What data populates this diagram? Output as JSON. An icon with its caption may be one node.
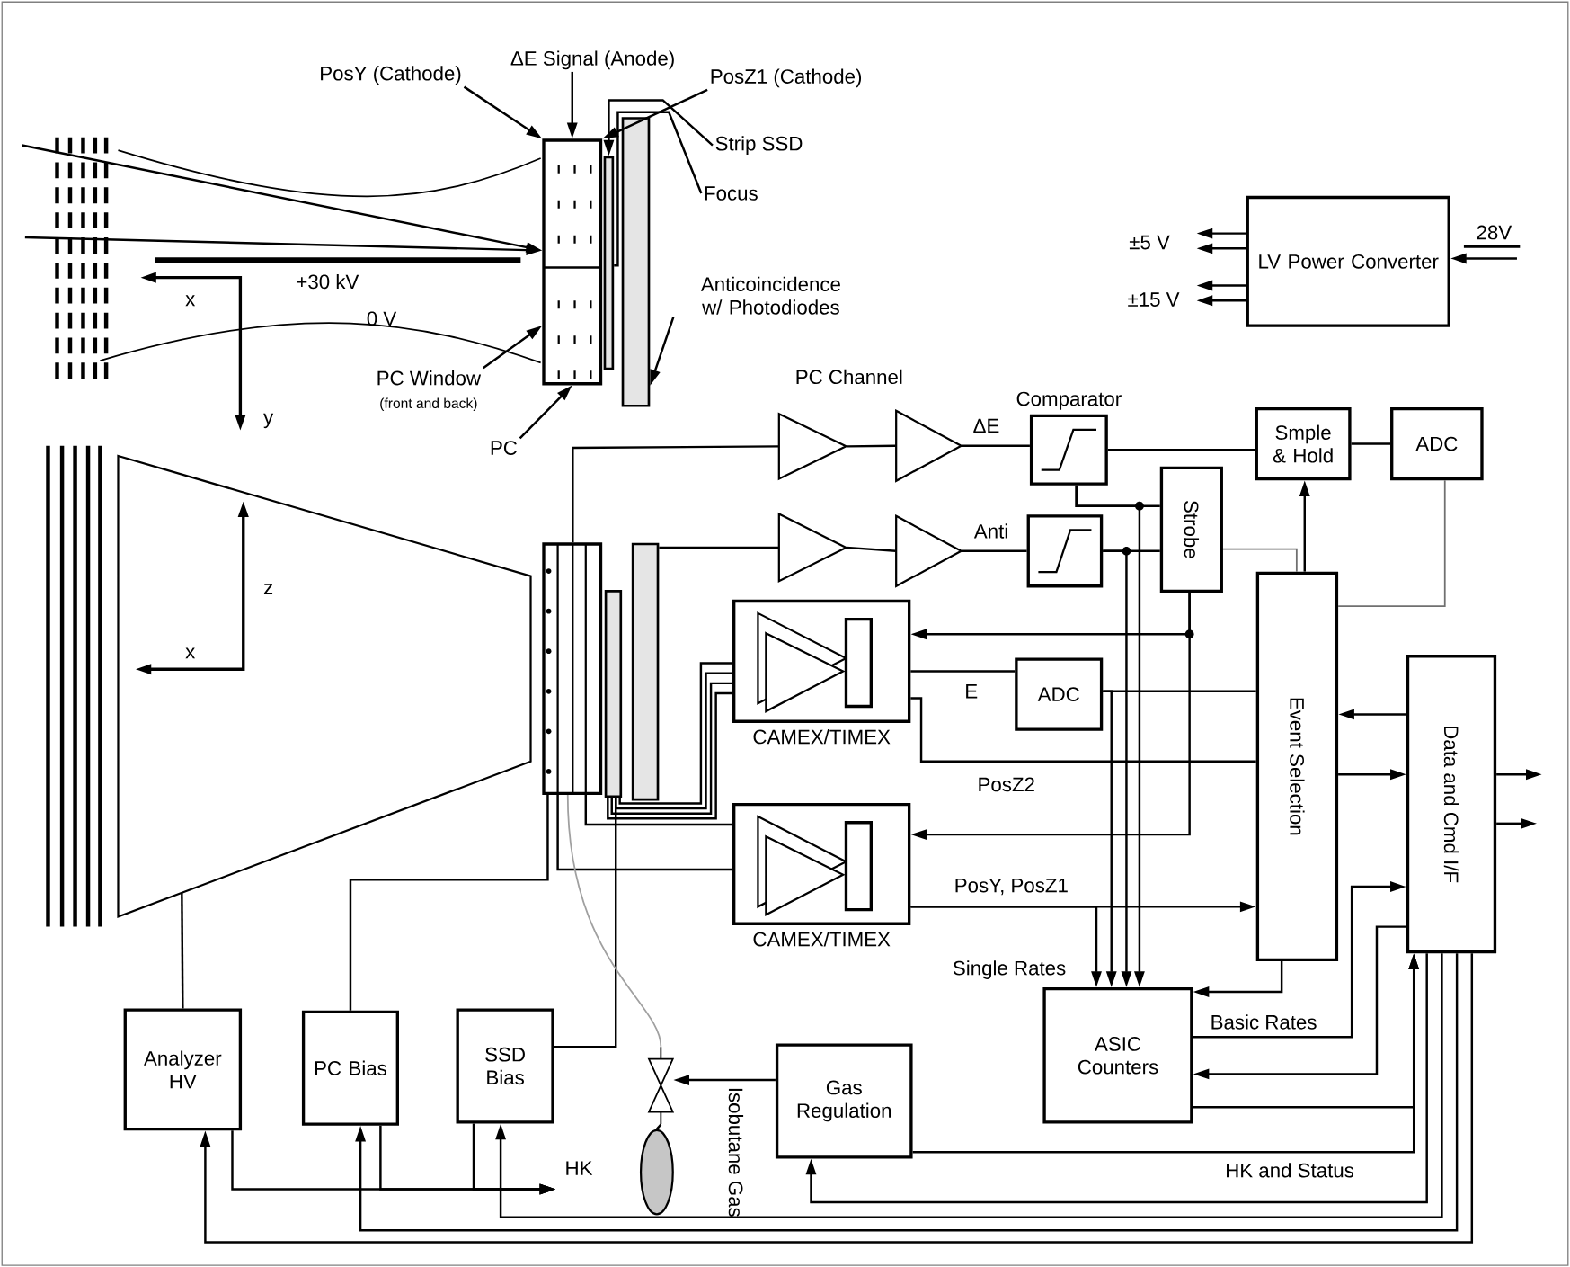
{
  "diagram": {
    "nodes": [
      {
        "text": [
          "PosY (Cathode)"
        ]
      },
      {
        "text": [
          "ΔE Signal (Anode)"
        ]
      },
      {
        "text": [
          "PosZ1 (Cathode)"
        ]
      },
      {
        "text": [
          "Strip SSD"
        ]
      },
      {
        "text": [
          "Focus"
        ]
      },
      {
        "text": [
          "Anticoincidence w/ Photodiodes"
        ]
      },
      {
        "text": [
          "PC Window",
          "(front and back)"
        ]
      },
      {
        "text": [
          "PC"
        ]
      },
      {
        "text": [],
        "shape": "box"
      },
      {
        "text": [],
        "shape": "bar"
      },
      {
        "text": [],
        "shape": "bar"
      },
      {
        "text": [],
        "shape": "trapezoid"
      },
      {
        "text": [],
        "shape": "box"
      },
      {
        "text": [],
        "shape": "bar"
      },
      {
        "text": [],
        "shape": "bar"
      },
      {
        "text": [],
        "shape": "triangle"
      },
      {
        "text": [],
        "shape": "triangle"
      },
      {
        "text": [
          "Comparator"
        ]
      },
      {
        "text": [],
        "shape": "triangle"
      },
      {
        "text": [],
        "shape": "triangle"
      },
      {
        "text": [],
        "shape": "box"
      },
      {
        "text": [
          "Strobe"
        ]
      },
      {
        "text": [
          "Smple & Hold"
        ]
      },
      {
        "text": [
          "ADC"
        ]
      },
      {
        "text": [
          "CAMEX/TIMEX"
        ]
      },
      {
        "text": [
          "ADC"
        ]
      },
      {
        "text": [
          "CAMEX/TIMEX"
        ]
      },
      {
        "text": [
          "Event Selection"
        ]
      },
      {
        "text": [
          "Data and Cmd I/F"
        ]
      },
      {
        "text": [
          "LV Power Converter"
        ]
      },
      {
        "text": [
          "ASIC Counters"
        ]
      },
      {
        "text": [
          "Analyzer HV"
        ]
      },
      {
        "text": [
          "PC Bias"
        ]
      },
      {
        "text": [
          "SSD Bias"
        ]
      },
      {
        "text": [],
        "shape": "valve"
      },
      {
        "text": [],
        "shape": "cylinder",
        "beside": [
          "Isobutane Gas"
        ]
      },
      {
        "text": [
          "Gas Regulation"
        ]
      }
    ],
    "edges": [
      {
        "from": 0,
        "to": 8,
        "arrow": "to"
      },
      {
        "from": 1,
        "to": 8,
        "arrow": "to"
      },
      {
        "from": 2,
        "to": 8,
        "arrow": "to"
      },
      {
        "from": 3,
        "to": 9,
        "arrow": "to"
      },
      {
        "from": 4,
        "to": 9,
        "arrow": "none"
      },
      {
        "from": 5,
        "to": 10,
        "arrow": "to"
      },
      {
        "from": 6,
        "to": 8,
        "arrow": "to"
      },
      {
        "from": 7,
        "to": 8,
        "arrow": "to"
      },
      {
        "from": null,
        "to": 8,
        "arrow": "to"
      },
      {
        "from": null,
        "to": 8,
        "arrow": "to"
      },
      {
        "from": 31,
        "to": 11,
        "arrow": "none"
      },
      {
        "from": 32,
        "to": 12,
        "arrow": "none"
      },
      {
        "from": 33,
        "to": 13,
        "arrow": "none"
      },
      {
        "from": 12,
        "to": 15,
        "arrow": "none"
      },
      {
        "from": 14,
        "to": 18,
        "arrow": "none"
      },
      {
        "from": 15,
        "to": 16,
        "arrow": "none"
      },
      {
        "from": 16,
        "to": 17,
        "arrow": "none",
        "label": "ΔE"
      },
      {
        "from": 17,
        "to": 22,
        "arrow": "none"
      },
      {
        "from": 22,
        "to": 23,
        "arrow": "none"
      },
      {
        "from": 23,
        "to": 27,
        "arrow": "none",
        "color": "#707070"
      },
      {
        "from": 18,
        "to": 19,
        "arrow": "none"
      },
      {
        "from": 19,
        "to": 20,
        "arrow": "none",
        "label": "Anti"
      },
      {
        "from": 20,
        "to": 21,
        "arrow": "none"
      },
      {
        "from": 17,
        "to": 21,
        "arrow": "none"
      },
      {
        "from": 21,
        "to": 27,
        "arrow": "none",
        "color": "#707070"
      },
      {
        "from": 27,
        "to": 22,
        "arrow": "to"
      },
      {
        "from": 21,
        "to": 24,
        "arrow": "to"
      },
      {
        "from": 21,
        "to": 26,
        "arrow": "to"
      },
      {
        "from": 13,
        "to": 24,
        "arrow": "none"
      },
      {
        "from": 13,
        "to": 24,
        "arrow": "none"
      },
      {
        "from": 13,
        "to": 24,
        "arrow": "none"
      },
      {
        "from": 13,
        "to": 24,
        "arrow": "none"
      },
      {
        "from": 12,
        "to": 26,
        "arrow": "none"
      },
      {
        "from": 12,
        "to": 26,
        "arrow": "none"
      },
      {
        "from": 24,
        "to": 25,
        "arrow": "none",
        "label": "E"
      },
      {
        "from": 25,
        "to": 27,
        "arrow": "none"
      },
      {
        "from": 24,
        "to": 27,
        "arrow": "none",
        "label": "PosZ2"
      },
      {
        "from": 26,
        "to": 27,
        "arrow": "to",
        "label": "PosY, PosZ1"
      },
      {
        "from": 17,
        "to": 30,
        "arrow": "to"
      },
      {
        "from": 20,
        "to": 30,
        "arrow": "to"
      },
      {
        "from": 25,
        "to": 30,
        "arrow": "to"
      },
      {
        "from": 26,
        "to": 30,
        "arrow": "to"
      },
      {
        "from": 27,
        "to": 30,
        "arrow": "to"
      },
      {
        "from": 28,
        "to": 27,
        "arrow": "to"
      },
      {
        "from": 27,
        "to": 28,
        "arrow": "to"
      },
      {
        "from": 30,
        "to": 28,
        "arrow": "to",
        "label": "Basic Rates"
      },
      {
        "from": 28,
        "to": 30,
        "arrow": "to"
      },
      {
        "from": 30,
        "to": 28,
        "arrow": "to"
      },
      {
        "from": 36,
        "to": 28,
        "arrow": "to",
        "label": "HK and Status"
      },
      {
        "from": 28,
        "to": 36,
        "arrow": "to"
      },
      {
        "from": 28,
        "to": 33,
        "arrow": "to"
      },
      {
        "from": 28,
        "to": 32,
        "arrow": "to"
      },
      {
        "from": 28,
        "to": 31,
        "arrow": "to"
      },
      {
        "from": 31,
        "to": null,
        "arrow": "to"
      },
      {
        "from": 32,
        "to": null,
        "arrow": "to"
      },
      {
        "from": 33,
        "to": null,
        "arrow": "to"
      },
      {
        "from": 36,
        "to": 34,
        "arrow": "to"
      },
      {
        "from": 34,
        "to": 35,
        "arrow": "none"
      },
      {
        "from": 34,
        "to": 12,
        "arrow": "none",
        "color": "#a0a0a0"
      },
      {
        "from": 29,
        "to": null,
        "arrow": "to"
      },
      {
        "from": 29,
        "to": null,
        "arrow": "to"
      },
      {
        "from": 29,
        "to": null,
        "arrow": "to"
      },
      {
        "from": 29,
        "to": null,
        "arrow": "to"
      },
      {
        "from": null,
        "to": 29,
        "arrow": "to"
      },
      {
        "from": 28,
        "to": null,
        "arrow": "to"
      },
      {
        "from": 28,
        "to": null,
        "arrow": "to"
      }
    ],
    "labels": [
      "+30 kV",
      "x",
      "0 V",
      "y",
      "±5 V",
      "28V",
      "±15 V",
      "PC Channel",
      "z",
      "x",
      "Single Rates",
      "HK"
    ]
  }
}
